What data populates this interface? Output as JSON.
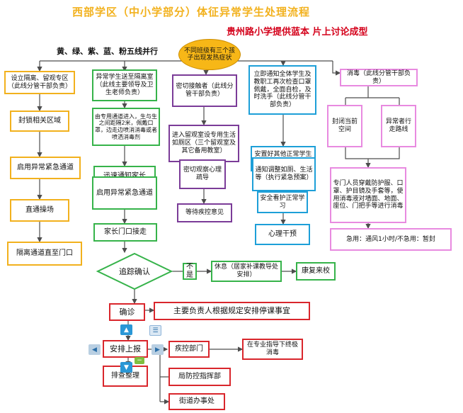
{
  "title": "西部学区（中小学部分）体征异常学生处理流程",
  "subtitle": "贵州路小学提供蓝本 片上讨论成型",
  "lines_label": "黄、绿、紫、蓝、粉五线并行",
  "start": "不同班级有三个孩子出现发热症状",
  "yellow": [
    "设立隔离、留观专区（此线分管干部负责）",
    "封锁相关区域",
    "启用异常紧急通道",
    "直通操场",
    "隔离通道直至门口"
  ],
  "green": [
    "异常学生送至隔离室（此线主要领导及卫生老师负责）",
    "由专用通道进入，生与生之间距隔2米，佩戴口罩，边走边喷消消毒或者喷洒消毒剂",
    "迅速通知家长",
    "启用异常紧急通道",
    "家长门口接走"
  ],
  "purple": [
    "密切接触者（此线分管干部负责）",
    "进入留观室设专用生活如厕区（三个留观室及其它备用教室）",
    "密切观察心理疏导",
    "等待疾控意见"
  ],
  "blue": [
    "立即通知全体学生及教职工再次检查口罩佩戴，全面自检，及时洗手（此线分管干部负责）",
    "安置好其他正常学生及班级",
    "通知调整如厕、生活等（执行紧急预案）",
    "安全看护正常学习",
    "心理干预"
  ],
  "pink": [
    "消毒（此线分管干部负责）",
    "封闭当前空间",
    "异常者行走路线",
    "专门人员穿戴防护服、口罩、护目镜及手套等，使用消毒液对墙面、地面、座位、门把手等进行消毒",
    "急用：通风1小时/不急用：暂封"
  ],
  "track": {
    "diamond": "追踪确认",
    "no": "不是",
    "rest": "休息（居家补课教导处安排）",
    "recover": "康复来校"
  },
  "confirm": {
    "confirm": "确诊",
    "school_stop": "主要负责人根据规定安排停课事宜",
    "arrange": "安排上报",
    "cdc": "疾控部门",
    "cdc_next": "在专业指导下终极消毒",
    "bureau": "局防控指挥部",
    "street": "街道办事处",
    "investigate": "排查整理"
  },
  "colors": {
    "yellow": "#f2b11d",
    "green": "#36b34a",
    "purple": "#7b3c98",
    "blue": "#1d9fd8",
    "pink": "#e88ae0",
    "red": "#d9262c",
    "arrow": "#4d4d4d"
  },
  "icons": [
    "arrow-up-icon",
    "arrow-down-icon",
    "arrow-left-icon",
    "arrow-right-icon",
    "list-icon",
    "minus-icon"
  ]
}
